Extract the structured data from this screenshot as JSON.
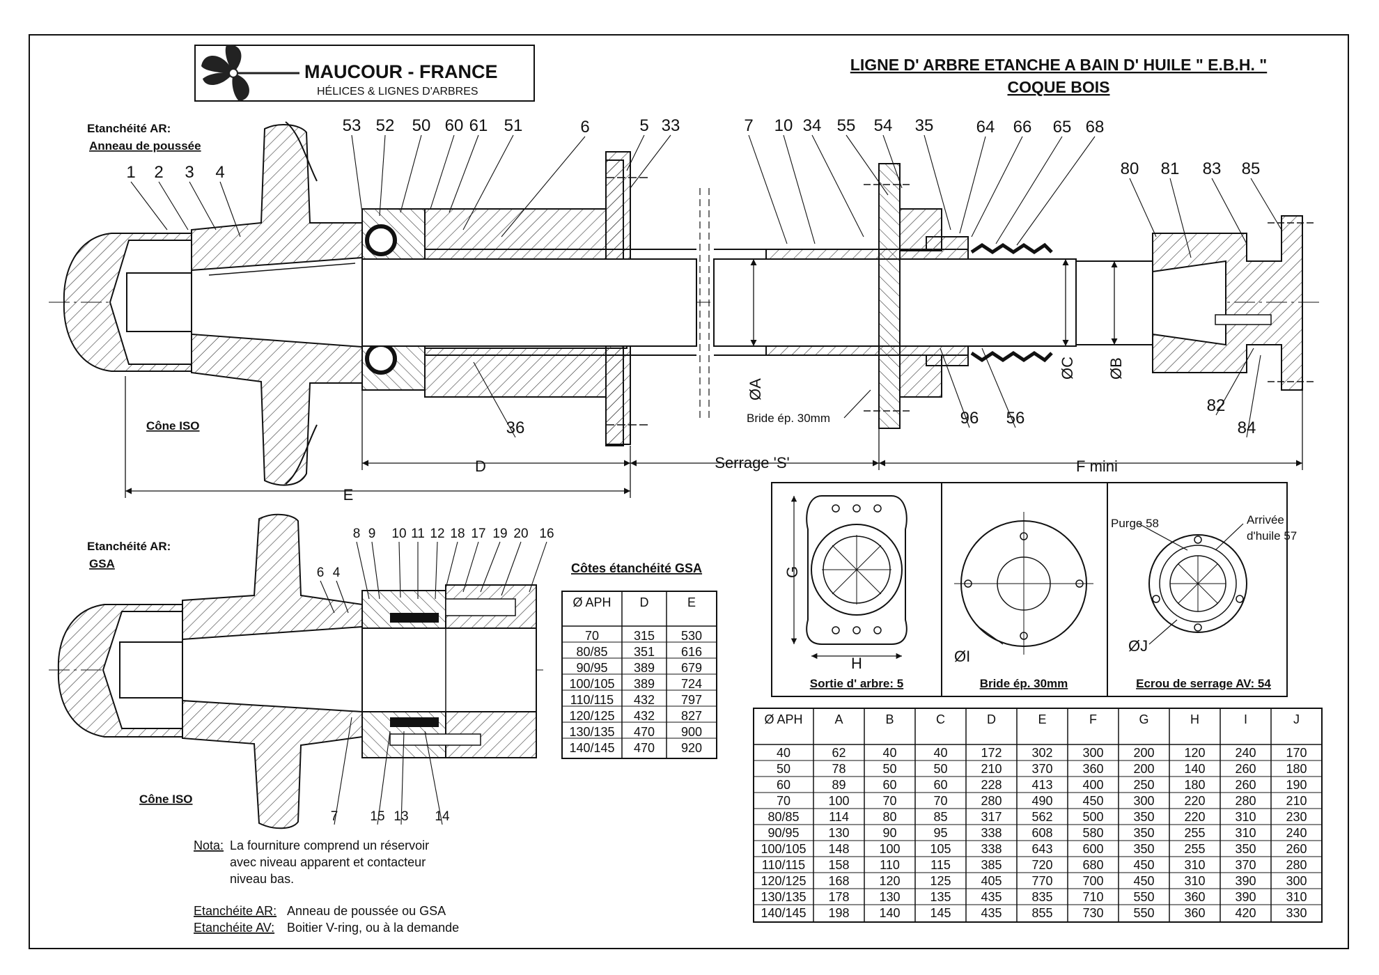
{
  "logo": {
    "brand": "MAUCOUR - FRANCE",
    "tagline": "HÉLICES & LIGNES D'ARBRES"
  },
  "title": {
    "line1": "LIGNE D' ARBRE ETANCHE A BAIN D' HUILE \" E.B.H. \"",
    "line2": "COQUE  BOIS"
  },
  "top_view": {
    "seal_title_1": "Etanchéité AR:",
    "seal_title_2": "Anneau de poussée",
    "cone_label": "Cône ISO",
    "flange_label": "Bride ép. 30mm",
    "dim_D": "D",
    "dim_E": "E",
    "dim_S": "Serrage 'S'",
    "dim_F": "F mini",
    "dia_A": "ØA",
    "dia_B": "ØB",
    "dia_C": "ØC",
    "parts": [
      "1",
      "2",
      "3",
      "4",
      "53",
      "52",
      "50",
      "60",
      "61",
      "51",
      "6",
      "5",
      "33",
      "7",
      "10",
      "34",
      "55",
      "54",
      "35",
      "64",
      "66",
      "65",
      "68",
      "80",
      "81",
      "83",
      "85",
      "36",
      "96",
      "56",
      "82",
      "84"
    ]
  },
  "bottom_view": {
    "seal_title_1": "Etanchéité AR:",
    "seal_title_2": "GSA",
    "cone_label": "Cône ISO",
    "parts": [
      "8",
      "9",
      "10",
      "11",
      "12",
      "18",
      "17",
      "19",
      "20",
      "16",
      "6",
      "4",
      "7",
      "15",
      "13",
      "14"
    ]
  },
  "notes": {
    "nota_key": "Nota:",
    "nota_line1": "La fourniture comprend un réservoir",
    "nota_line2": "avec niveau apparent et contacteur",
    "nota_line3": "niveau bas.",
    "ar_key": "Etanchéite AR:",
    "ar_val": "Anneau de poussée ou GSA",
    "av_key": "Etanchéite AV:",
    "av_val": "Boitier V-ring, ou à la demande"
  },
  "gsa_table": {
    "title": "Côtes étanchéité GSA",
    "headers": [
      "Ø APH",
      "D",
      "E"
    ],
    "rows": [
      [
        "70",
        "315",
        "530"
      ],
      [
        "80/85",
        "351",
        "616"
      ],
      [
        "90/95",
        "389",
        "679"
      ],
      [
        "100/105",
        "389",
        "724"
      ],
      [
        "110/115",
        "432",
        "797"
      ],
      [
        "120/125",
        "432",
        "827"
      ],
      [
        "130/135",
        "470",
        "900"
      ],
      [
        "140/145",
        "470",
        "920"
      ]
    ]
  },
  "details": {
    "panel1_label": "Sortie d' arbre: 5",
    "panel2_label": "Bride ép. 30mm",
    "panel3_label": "Ecrou de serrage AV: 54",
    "dim_G": "G",
    "dim_H": "H",
    "dim_I": "ØI",
    "dim_J": "ØJ",
    "purge": "Purge 58",
    "arrivee_1": "Arrivée",
    "arrivee_2": "d'huile 57"
  },
  "main_table": {
    "headers": [
      "Ø APH",
      "A",
      "B",
      "C",
      "D",
      "E",
      "F",
      "G",
      "H",
      "I",
      "J"
    ],
    "rows": [
      [
        "40",
        "62",
        "40",
        "40",
        "172",
        "302",
        "300",
        "200",
        "120",
        "240",
        "170"
      ],
      [
        "50",
        "78",
        "50",
        "50",
        "210",
        "370",
        "360",
        "200",
        "140",
        "260",
        "180"
      ],
      [
        "60",
        "89",
        "60",
        "60",
        "228",
        "413",
        "400",
        "250",
        "180",
        "260",
        "190"
      ],
      [
        "70",
        "100",
        "70",
        "70",
        "280",
        "490",
        "450",
        "300",
        "220",
        "280",
        "210"
      ],
      [
        "80/85",
        "114",
        "80",
        "85",
        "317",
        "562",
        "500",
        "350",
        "220",
        "310",
        "230"
      ],
      [
        "90/95",
        "130",
        "90",
        "95",
        "338",
        "608",
        "580",
        "350",
        "255",
        "310",
        "240"
      ],
      [
        "100/105",
        "148",
        "100",
        "105",
        "338",
        "643",
        "600",
        "350",
        "255",
        "350",
        "260"
      ],
      [
        "110/115",
        "158",
        "110",
        "115",
        "385",
        "720",
        "680",
        "450",
        "310",
        "370",
        "280"
      ],
      [
        "120/125",
        "168",
        "120",
        "125",
        "405",
        "770",
        "700",
        "450",
        "310",
        "390",
        "300"
      ],
      [
        "130/135",
        "178",
        "130",
        "135",
        "435",
        "835",
        "710",
        "550",
        "360",
        "390",
        "310"
      ],
      [
        "140/145",
        "198",
        "140",
        "145",
        "435",
        "855",
        "730",
        "550",
        "360",
        "420",
        "330"
      ]
    ]
  }
}
